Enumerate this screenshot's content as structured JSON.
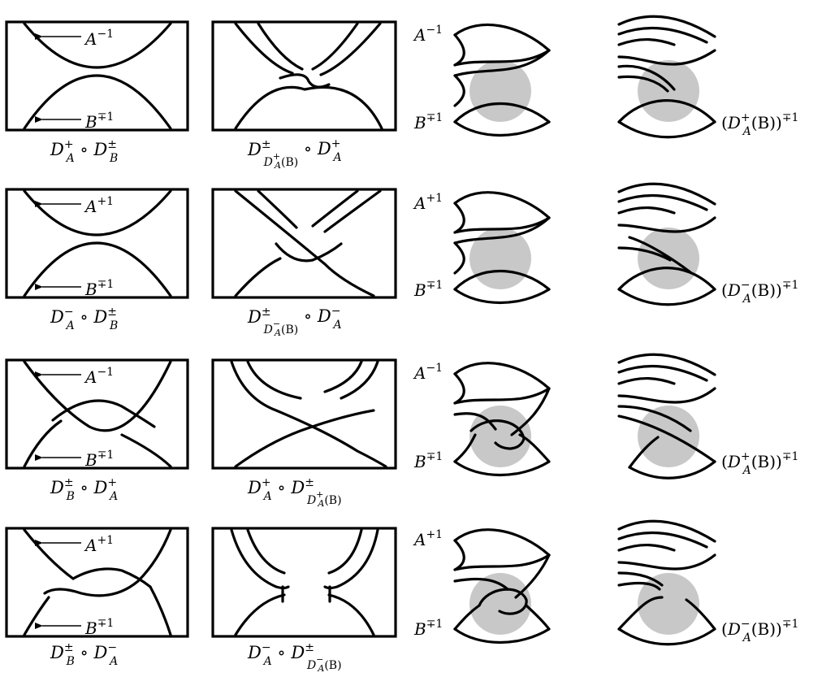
{
  "colors": {
    "ink": "#000000",
    "disc": "#c8c8c8",
    "background": "#ffffff"
  },
  "rows": [
    {
      "box_top_label": {
        "base": "A",
        "sup": "−1"
      },
      "box_bottom_label": {
        "base": "B",
        "sup": "∓1"
      },
      "caption_left": {
        "base": "D",
        "sup": "+",
        "sub": "A",
        "sep": " ∘ ",
        "base2": "D",
        "sup2": "±",
        "sub2": "B"
      },
      "caption_right": {
        "text": "D^{±}_{D^{+}_{A}(B)} ∘ D^{+}_{A}",
        "main": "D",
        "main_sup": "±",
        "sub_base": "D",
        "sub_sup": "+",
        "sub_sub": "A",
        "sub_tail": "(B)",
        "sep": " ∘ ",
        "base2": "D",
        "sup2": "+",
        "sub2": "A"
      },
      "surface_top_label": {
        "base": "A",
        "sup": "−1"
      },
      "surface_bottom_label": {
        "base": "B",
        "sup": "∓1"
      },
      "result_label": {
        "open": "(",
        "base": "D",
        "sup": "+",
        "sub": "A",
        "tail": "(B))",
        "exp": "∓1"
      }
    },
    {
      "box_top_label": {
        "base": "A",
        "sup": "+1"
      },
      "box_bottom_label": {
        "base": "B",
        "sup": "∓1"
      },
      "caption_left": {
        "base": "D",
        "sup": "−",
        "sub": "A",
        "sep": " ∘ ",
        "base2": "D",
        "sup2": "±",
        "sub2": "B"
      },
      "caption_right": {
        "main": "D",
        "main_sup": "±",
        "sub_base": "D",
        "sub_sup": "−",
        "sub_sub": "A",
        "sub_tail": "(B)",
        "sep": " ∘ ",
        "base2": "D",
        "sup2": "−",
        "sub2": "A"
      },
      "surface_top_label": {
        "base": "A",
        "sup": "+1"
      },
      "surface_bottom_label": {
        "base": "B",
        "sup": "∓1"
      },
      "result_label": {
        "open": "(",
        "base": "D",
        "sup": "−",
        "sub": "A",
        "tail": "(B))",
        "exp": "∓1"
      }
    },
    {
      "box_top_label": {
        "base": "A",
        "sup": "−1"
      },
      "box_bottom_label": {
        "base": "B",
        "sup": "∓1"
      },
      "caption_left": {
        "base": "D",
        "sup": "±",
        "sub": "B",
        "sep": " ∘ ",
        "base2": "D",
        "sup2": "+",
        "sub2": "A"
      },
      "caption_right": {
        "base": "D",
        "sup": "+",
        "sub": "A",
        "sep": " ∘ ",
        "main": "D",
        "main_sup": "±",
        "sub_base": "D",
        "sub_sup": "+",
        "sub_sub": "A",
        "sub_tail": "(B)"
      },
      "surface_top_label": {
        "base": "A",
        "sup": "−1"
      },
      "surface_bottom_label": {
        "base": "B",
        "sup": "∓1"
      },
      "result_label": {
        "open": "(",
        "base": "D",
        "sup": "+",
        "sub": "A",
        "tail": "(B))",
        "exp": "∓1"
      }
    },
    {
      "box_top_label": {
        "base": "A",
        "sup": "+1"
      },
      "box_bottom_label": {
        "base": "B",
        "sup": "∓1"
      },
      "caption_left": {
        "base": "D",
        "sup": "±",
        "sub": "B",
        "sep": " ∘ ",
        "base2": "D",
        "sup2": "−",
        "sub2": "A"
      },
      "caption_right": {
        "base": "D",
        "sup": "−",
        "sub": "A",
        "sep": " ∘ ",
        "main": "D",
        "main_sup": "±",
        "sub_base": "D",
        "sub_sup": "−",
        "sub_sub": "A",
        "sub_tail": "(B)"
      },
      "surface_top_label": {
        "base": "A",
        "sup": "+1"
      },
      "surface_bottom_label": {
        "base": "B",
        "sup": "∓1"
      },
      "result_label": {
        "open": "(",
        "base": "D",
        "sup": "−",
        "sub": "A",
        "tail": "(B))",
        "exp": "∓1"
      }
    }
  ]
}
